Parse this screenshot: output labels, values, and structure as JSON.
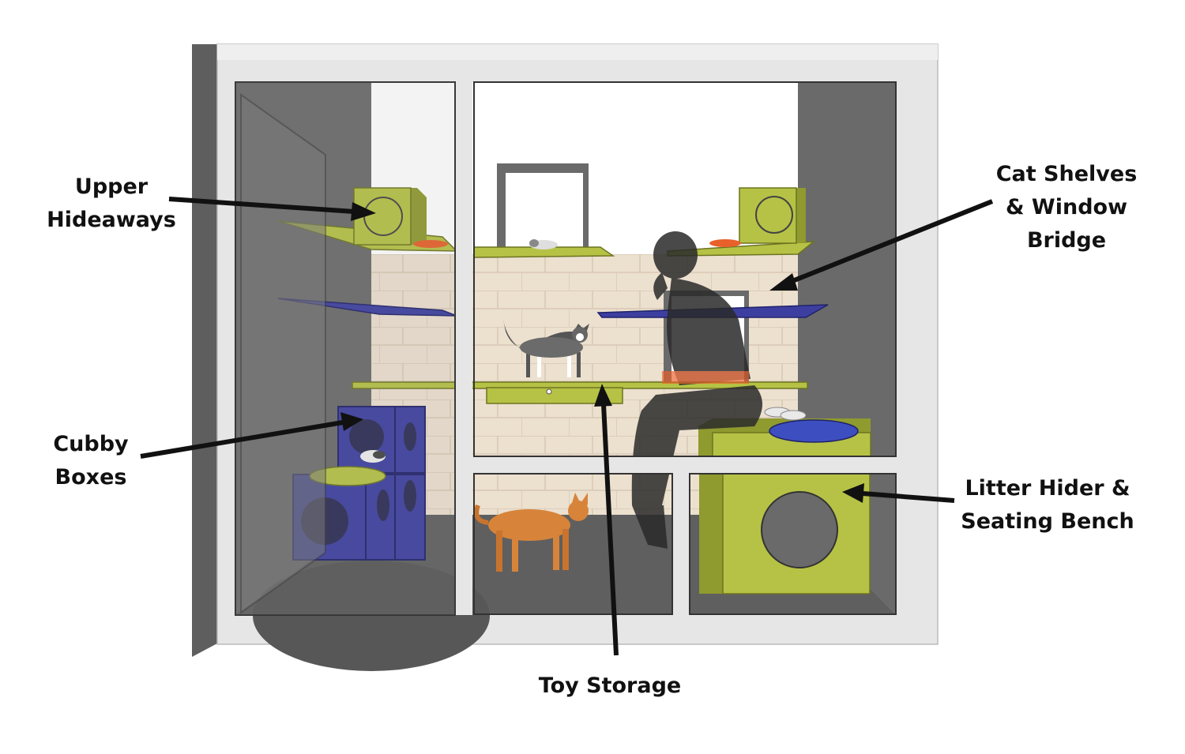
{
  "labels": {
    "upper_hideaways": [
      "Upper",
      "Hideaways"
    ],
    "cat_shelves": [
      "Cat Shelves",
      "& Window",
      "Bridge"
    ],
    "cubby_boxes": [
      "Cubby",
      "Boxes"
    ],
    "litter_hider": [
      "Litter Hider &",
      "Seating Bench"
    ],
    "toy_storage": [
      "Toy Storage"
    ]
  },
  "colors": {
    "frame": "#e6e6e6",
    "dark_wall": "#5f5f5f",
    "floor": "#606060",
    "tile": "#ece0cf",
    "lime": "#b6c245",
    "navy": "#3d3fa0",
    "orange_pad": "#e8602a",
    "silhouette": "#2a2a2a",
    "arrow": "#111111"
  },
  "icons": [
    "cat-gray-icon",
    "cat-orange-icon",
    "cat-sleeping-icon",
    "person-silhouette-icon"
  ]
}
